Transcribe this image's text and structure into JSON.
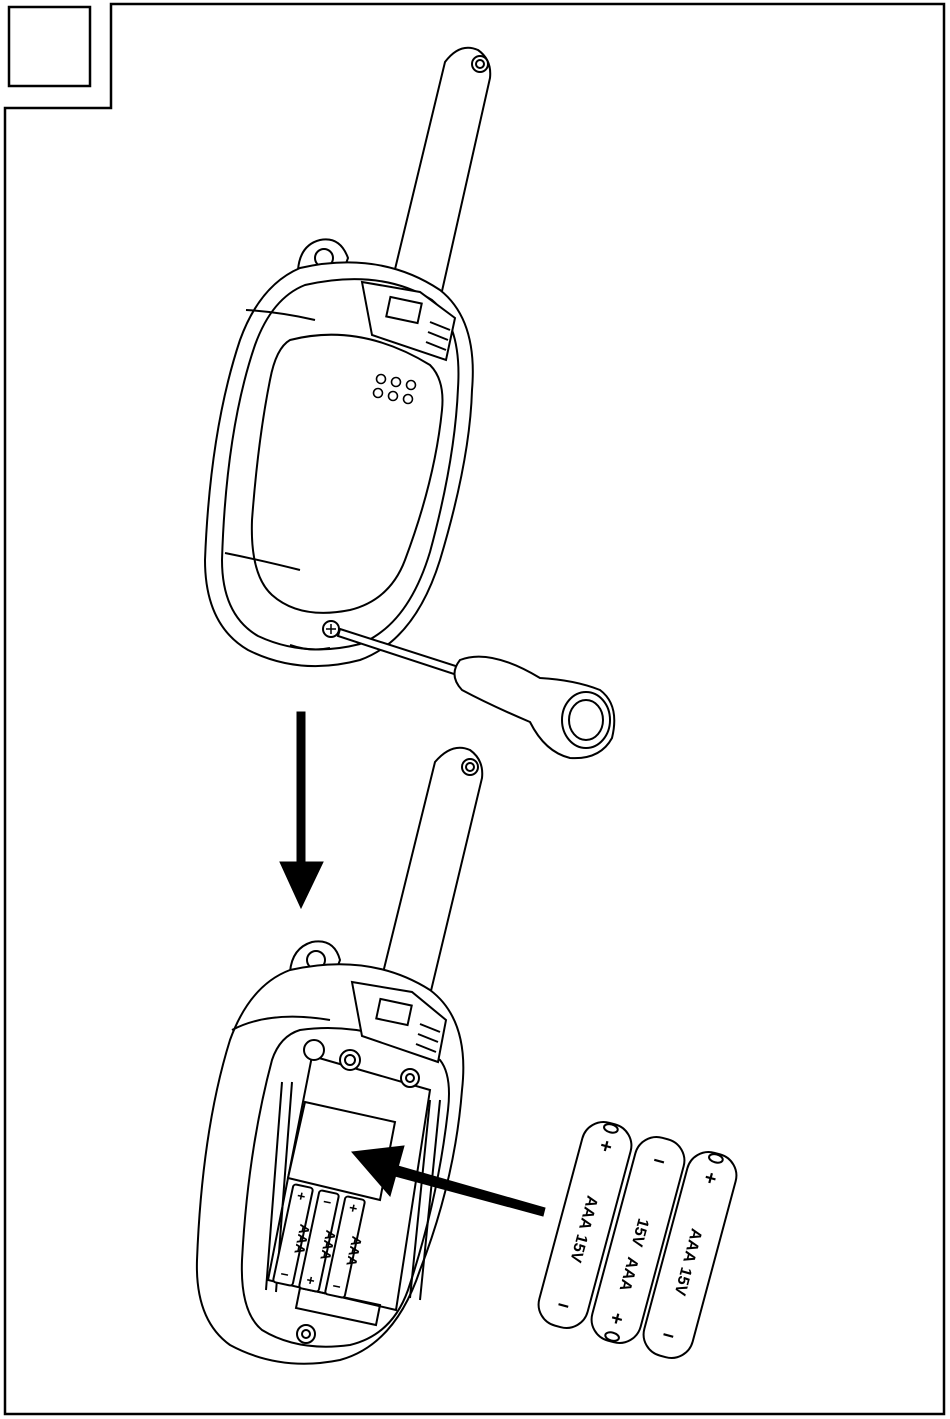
{
  "figure": {
    "step_box_label": "",
    "colors": {
      "line": "#000000",
      "background": "#ffffff",
      "arrow": "#000000"
    }
  },
  "batteries": [
    {
      "type_label": "AAA",
      "voltage_label": "15V",
      "plus": "+",
      "minus": "−"
    },
    {
      "type_label": "AAA",
      "voltage_label": "15V",
      "plus": "+",
      "minus": "−"
    },
    {
      "type_label": "AAA",
      "voltage_label": "15V",
      "plus": "+",
      "minus": "−"
    }
  ],
  "compartment_cells": [
    {
      "type_label": "AAA",
      "plus": "+",
      "minus": "−"
    },
    {
      "type_label": "AAA",
      "plus": "+",
      "minus": "−"
    },
    {
      "type_label": "AAA",
      "plus": "+",
      "minus": "−"
    }
  ],
  "icons": [
    "screwdriver-icon",
    "down-arrow-icon",
    "insert-arrow-icon",
    "walkie-talkie-icon",
    "battery-icon"
  ]
}
